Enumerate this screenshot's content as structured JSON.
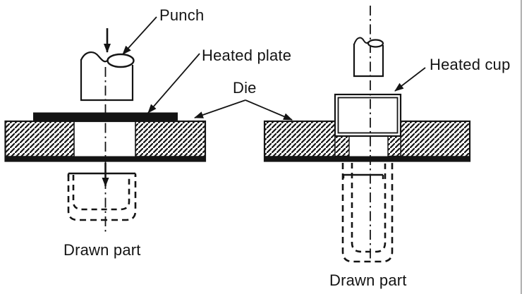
{
  "figure": {
    "labels": {
      "punch": "Punch",
      "heated_plate": "Heated plate",
      "die": "Die",
      "heated_cup": "Heated cup",
      "drawn_part_left": "Drawn part",
      "drawn_part_right": "Drawn part"
    },
    "colors": {
      "ink": "#141414",
      "page_edge_line": "#9a9a9a",
      "background": "#ffffff"
    }
  }
}
